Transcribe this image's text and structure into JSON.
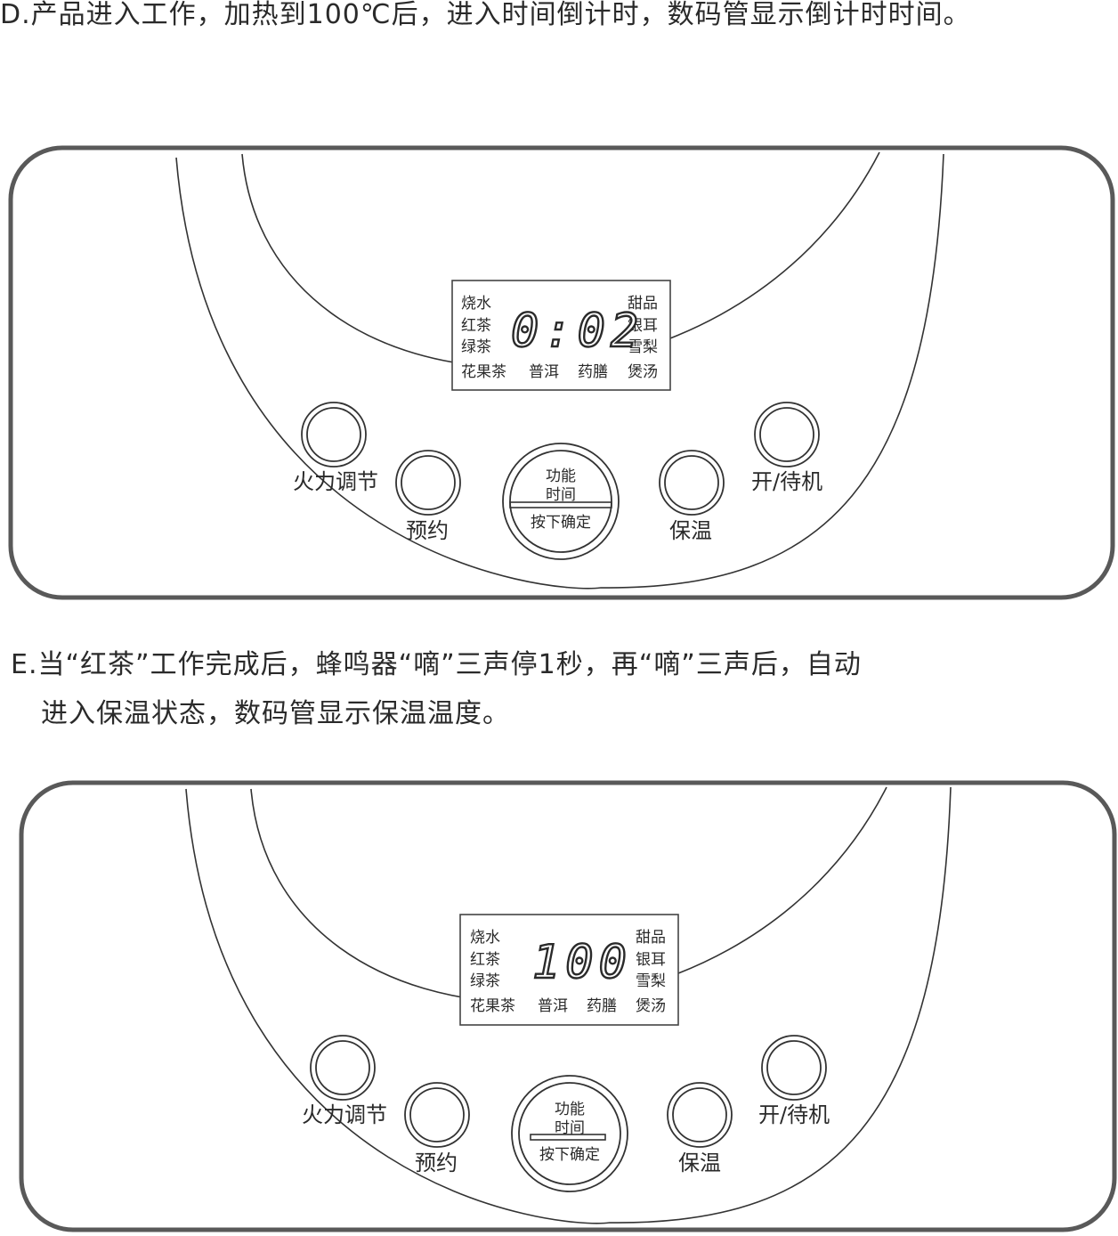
{
  "steps": {
    "d": "D.产品进入工作，加热到100℃后，进入时间倒计时，数码管显示倒计时时间。",
    "e_line1": "E.当“红茶”工作完成后，蜂鸣器“嘀”三声停1秒，再“嘀”三声后，自动",
    "e_line2": "进入保温状态，数码管显示保温温度。"
  },
  "lcd_labels": {
    "boil_water": "烧水",
    "black_tea": "红茶",
    "green_tea": "绿茶",
    "dessert": "甜品",
    "tremella": "银耳",
    "snow_pear": "雪梨",
    "flower_tea": "花果茶",
    "puer": "普洱",
    "herbal": "药膳",
    "soup": "煲汤"
  },
  "buttons": {
    "heat_adjust": "火力调节",
    "reserve": "预约",
    "keep_warm": "保温",
    "power": "开/待机",
    "knob_top1": "功能",
    "knob_top2": "时间",
    "knob_bottom": "按下确定"
  },
  "panel_d": {
    "display": "0:02"
  },
  "panel_e": {
    "display": "100"
  }
}
